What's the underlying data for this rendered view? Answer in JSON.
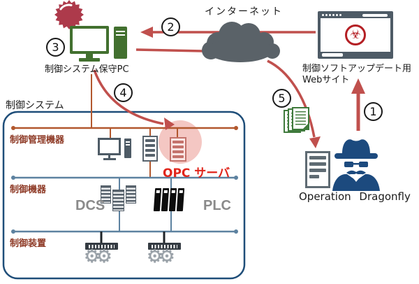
{
  "diagram": {
    "internet_label": "インターネット",
    "maintenance_pc_label": "制御システム保守PC",
    "website_label_line1": "制御ソフトアップデート用",
    "website_label_line2": "Webサイト",
    "attacker_label": "Operation Dragonfly",
    "steps": [
      "1",
      "2",
      "3",
      "4",
      "5"
    ]
  },
  "control_system": {
    "title": "制御システム",
    "levels": [
      {
        "label": "制御管理機器"
      },
      {
        "label": "制御機器"
      },
      {
        "label": "制御装置"
      }
    ],
    "opc_server_label": "OPC サーバ",
    "dcs_label": "DCS",
    "plc_label": "PLC"
  },
  "glyphs": {
    "biohazard": "☣",
    "gear": "⚙"
  },
  "colors": {
    "attack_red": "#C0504D",
    "malware_red": "#AD3A4B",
    "pc_green": "#42702F",
    "cloud_gray": "#5A6268",
    "browser_slate": "#4E5B66",
    "biohazard_red": "#B41F24",
    "attacker_navy": "#1C4A7E",
    "bus_orange": "#B2582E",
    "bus_blue": "#5D82A0",
    "box_navy": "#1F4E79",
    "section_label_red": "#8E3A26",
    "opc_label_red": "#E0261C",
    "highlight_pink": "#F2BDB8",
    "docs_green": "#3F7A3C",
    "device_slate": "#57626C"
  }
}
